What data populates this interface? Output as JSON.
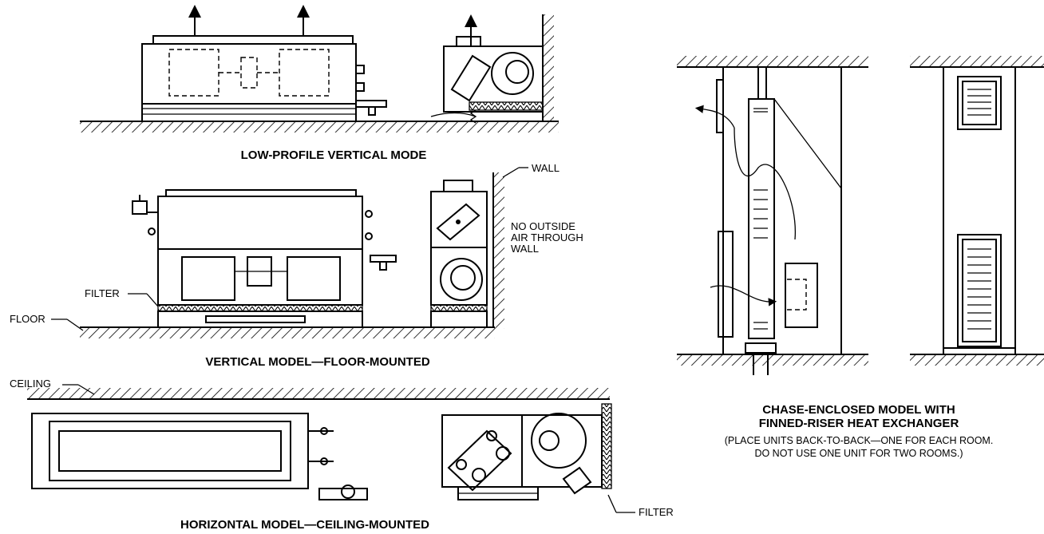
{
  "captions": {
    "low_profile": "LOW-PROFILE VERTICAL MODE",
    "vertical_floor": "VERTICAL MODEL—FLOOR-MOUNTED",
    "horizontal_ceiling": "HORIZONTAL MODEL—CEILING-MOUNTED",
    "chase_line1": "CHASE-ENCLOSED MODEL WITH",
    "chase_line2": "FINNED-RISER HEAT EXCHANGER",
    "chase_note1": "(PLACE UNITS BACK-TO-BACK—ONE FOR EACH ROOM.",
    "chase_note2": "DO NOT USE ONE UNIT FOR TWO ROOMS.)"
  },
  "labels": {
    "wall": "WALL",
    "no_outside_air_1": "NO OUTSIDE",
    "no_outside_air_2": "AIR THROUGH",
    "no_outside_air_3": "WALL",
    "filter_vertical": "FILTER",
    "floor": "FLOOR",
    "ceiling": "CEILING",
    "filter_horizontal": "FILTER"
  }
}
